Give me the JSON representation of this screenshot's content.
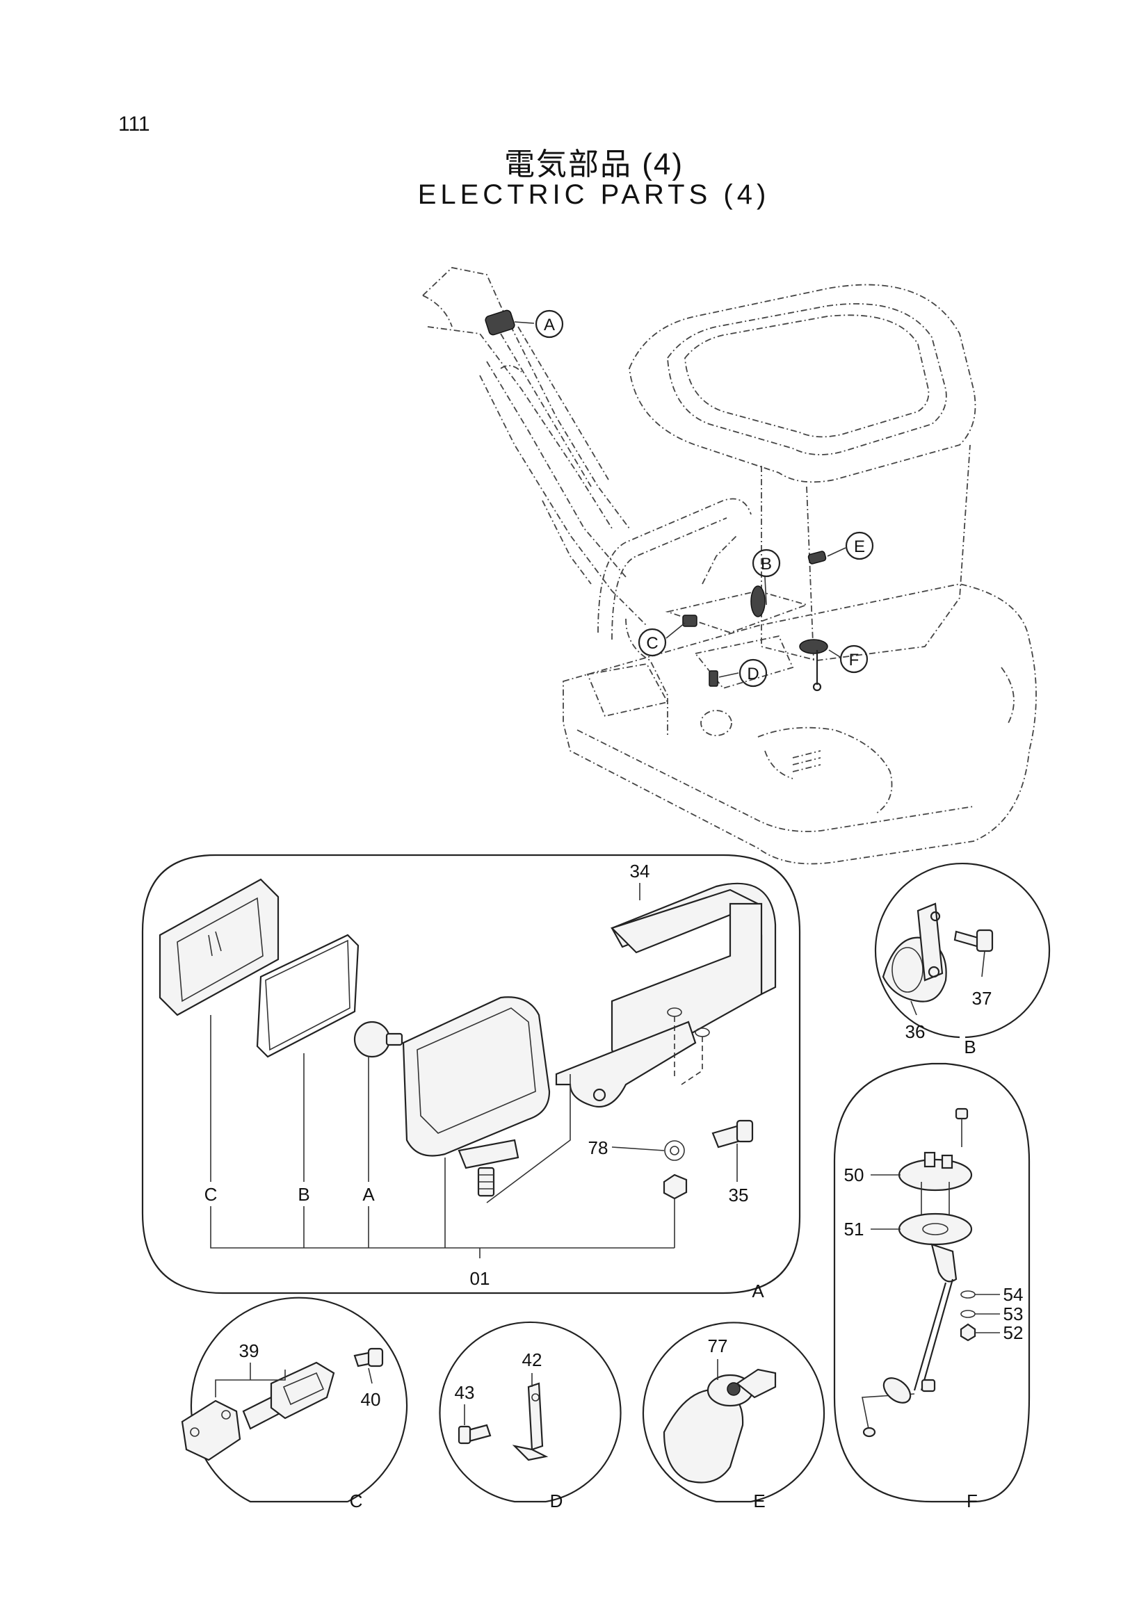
{
  "page": {
    "number": "111",
    "title_ja": "電気部品 (4)",
    "title_en": "ELECTRIC PARTS (4)"
  },
  "overview_callouts": [
    "A",
    "B",
    "C",
    "D",
    "E",
    "F"
  ],
  "detail_views": [
    {
      "view": "A",
      "parts": [
        "34",
        "35",
        "78",
        "01"
      ],
      "subgroup_letters": [
        "C",
        "B",
        "A"
      ]
    },
    {
      "view": "B",
      "parts": [
        "37",
        "36"
      ]
    },
    {
      "view": "C",
      "parts": [
        "39",
        "40"
      ]
    },
    {
      "view": "D",
      "parts": [
        "42",
        "43"
      ]
    },
    {
      "view": "E",
      "parts": [
        "77"
      ]
    },
    {
      "view": "F",
      "parts": [
        "50",
        "51",
        "54",
        "53",
        "52"
      ]
    }
  ]
}
